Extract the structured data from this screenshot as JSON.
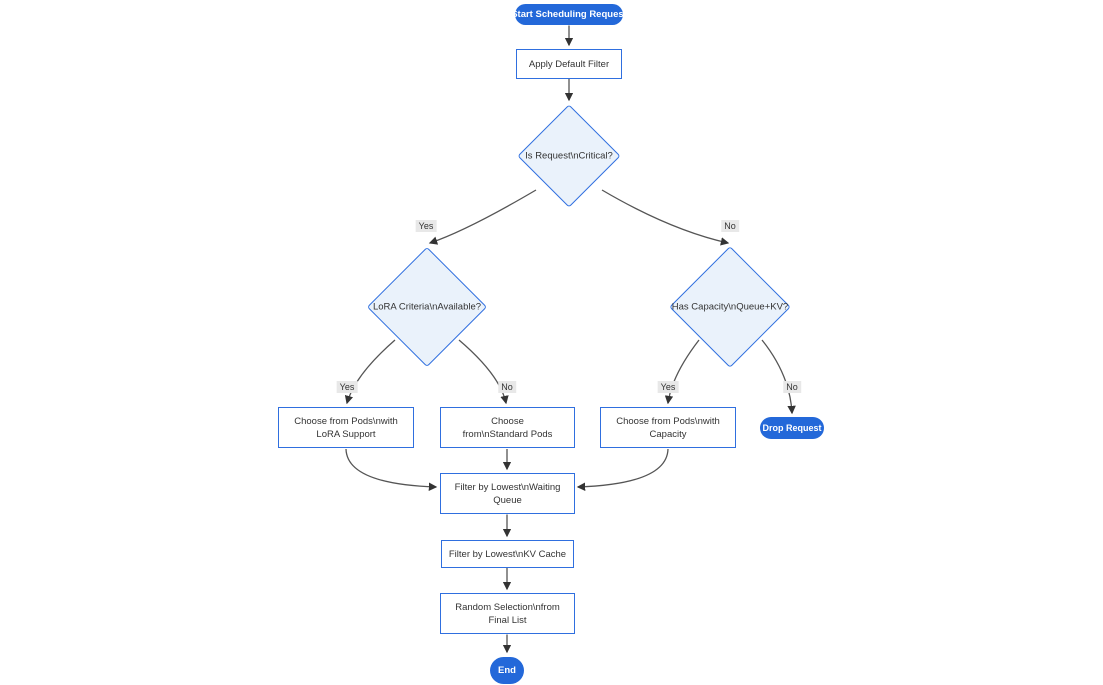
{
  "diagram": {
    "type": "flowchart",
    "direction": "top-down",
    "nodes": {
      "start": "Start Scheduling Request",
      "apply_filter": "Apply Default Filter",
      "is_critical": "Is Request\\nCritical?",
      "lora_criteria": "LoRA Criteria\\nAvailable?",
      "has_capacity": "Has Capacity\\nQueue+KV?",
      "choose_lora": "Choose from Pods\\nwith LoRA Support",
      "choose_standard": "Choose from\\nStandard Pods",
      "choose_capacity": "Choose from Pods\\nwith Capacity",
      "drop_request": "Drop Request",
      "filter_queue": "Filter by Lowest\\nWaiting Queue",
      "filter_kv": "Filter by Lowest\\nKV Cache",
      "random_selection": "Random Selection\\nfrom Final List",
      "end": "End"
    },
    "edge_labels": {
      "critical_yes": "Yes",
      "critical_no": "No",
      "lora_yes": "Yes",
      "lora_no": "No",
      "capacity_yes": "Yes",
      "capacity_no": "No"
    },
    "edges": [
      {
        "from": "start",
        "to": "apply_filter",
        "label": ""
      },
      {
        "from": "apply_filter",
        "to": "is_critical",
        "label": ""
      },
      {
        "from": "is_critical",
        "to": "lora_criteria",
        "label": "Yes"
      },
      {
        "from": "is_critical",
        "to": "has_capacity",
        "label": "No"
      },
      {
        "from": "lora_criteria",
        "to": "choose_lora",
        "label": "Yes"
      },
      {
        "from": "lora_criteria",
        "to": "choose_standard",
        "label": "No"
      },
      {
        "from": "has_capacity",
        "to": "choose_capacity",
        "label": "Yes"
      },
      {
        "from": "has_capacity",
        "to": "drop_request",
        "label": "No"
      },
      {
        "from": "choose_lora",
        "to": "filter_queue",
        "label": ""
      },
      {
        "from": "choose_standard",
        "to": "filter_queue",
        "label": ""
      },
      {
        "from": "choose_capacity",
        "to": "filter_queue",
        "label": ""
      },
      {
        "from": "filter_queue",
        "to": "filter_kv",
        "label": ""
      },
      {
        "from": "filter_kv",
        "to": "random_selection",
        "label": ""
      },
      {
        "from": "random_selection",
        "to": "end",
        "label": ""
      }
    ],
    "colors": {
      "accent_blue": "#2368d9",
      "node_border": "#2f6fdf",
      "decision_fill": "#eaf2fb",
      "process_fill": "#ffffff",
      "text": "#333333",
      "edge_line": "#555555",
      "edge_label_bg": "#e8e8e8"
    }
  }
}
